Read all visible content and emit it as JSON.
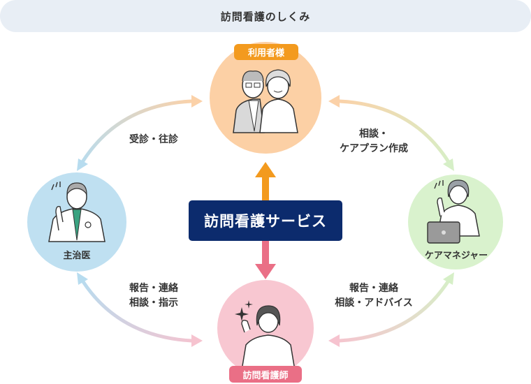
{
  "title": "訪問看護のしくみ",
  "center": "訪問看護サービス",
  "nodes": {
    "user": {
      "tag": "利用者様"
    },
    "doctor": {
      "name": "主治医"
    },
    "manager": {
      "name": "ケアマネジャー"
    },
    "nurse": {
      "tag": "訪問看護師"
    }
  },
  "relations": {
    "user_doctor": [
      "受診・往診"
    ],
    "user_manager": [
      "相談・",
      "ケアプラン作成"
    ],
    "doctor_nurse": [
      "報告・連絡",
      "相談・指示"
    ],
    "manager_nurse": [
      "報告・連絡",
      "相談・アドバイス"
    ]
  },
  "colors": {
    "user": "#fcd0a5",
    "doctor": "#bfe0f1",
    "manager": "#d9f2cd",
    "nurse": "#f8c7d1",
    "orange": "#f39a1e",
    "pink": "#ea6f86",
    "navy": "#0c2b6d"
  }
}
